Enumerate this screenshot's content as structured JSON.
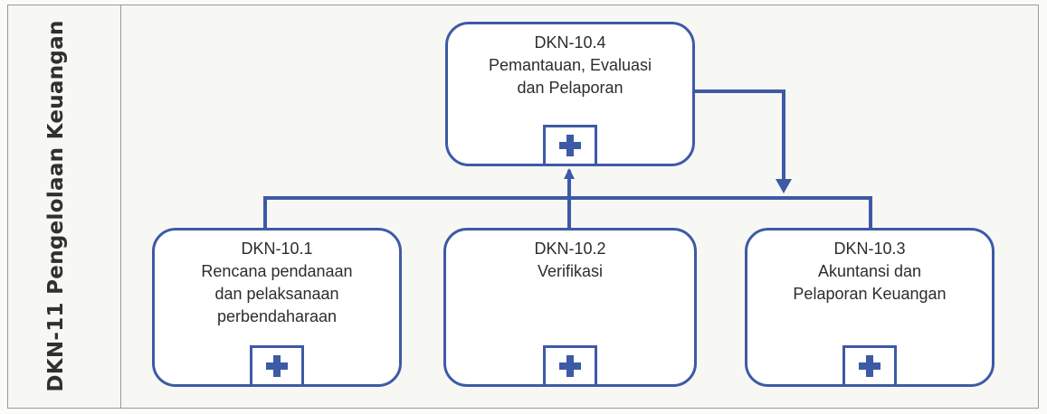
{
  "side_label": "DKN-11 Pengelolaan Keuangan",
  "colors": {
    "accent": "#3d5aa6",
    "border": "#9a9a9a"
  },
  "nodes": [
    {
      "code": "DKN-10.4",
      "title": "Pemantauan, Evaluasi\ndan Pelaporan",
      "icon": "plus-expand-icon"
    },
    {
      "code": "DKN-10.1",
      "title": "Rencana pendanaan\ndan pelaksanaan\nperbendaharaan",
      "icon": "plus-expand-icon"
    },
    {
      "code": "DKN-10.2",
      "title": "Verifikasi",
      "icon": "plus-expand-icon"
    },
    {
      "code": "DKN-10.3",
      "title": "Akuntansi dan\nPelaporan Keuangan",
      "icon": "plus-expand-icon"
    }
  ]
}
